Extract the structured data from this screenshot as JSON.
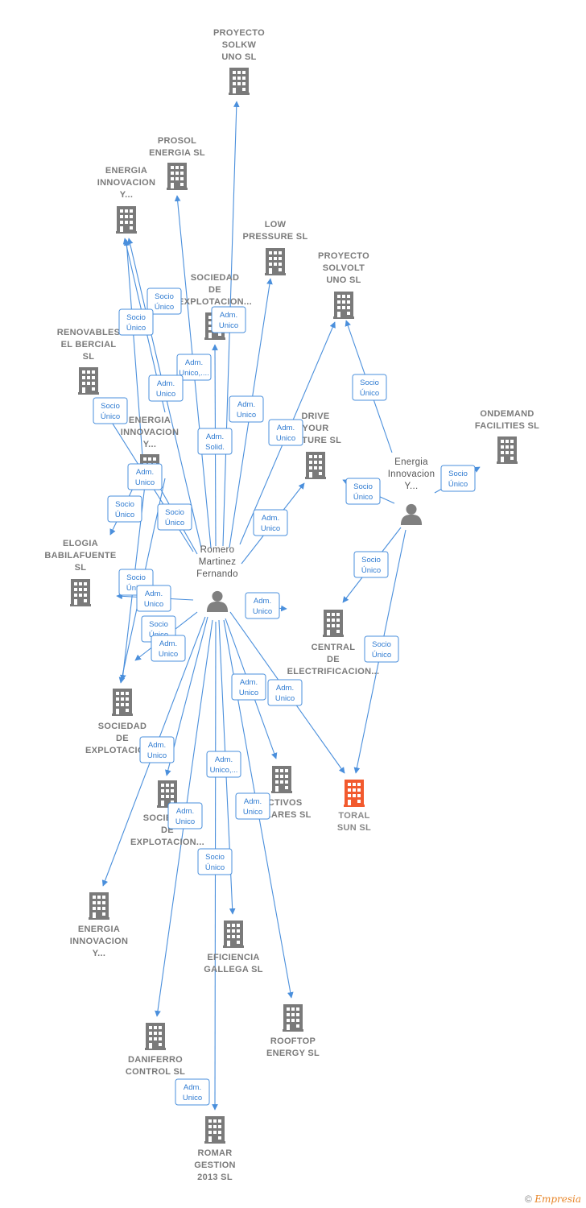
{
  "colors": {
    "edge": "#4a8fdc",
    "company": "#7a7a7a",
    "target_company": "#f25a2e",
    "person": "#808080"
  },
  "nodes": [
    {
      "id": "proyecto_solkw",
      "type": "company",
      "lines": [
        "PROYECTO",
        "SOLKW",
        "UNO  SL"
      ]
    },
    {
      "id": "prosol",
      "type": "company",
      "lines": [
        "PROSOL",
        "ENERGIA  SL"
      ]
    },
    {
      "id": "energia_innov_1",
      "type": "company",
      "lines": [
        "ENERGIA",
        "INNOVACION",
        "Y..."
      ]
    },
    {
      "id": "low_pressure",
      "type": "company",
      "lines": [
        "LOW",
        "PRESSURE  SL"
      ]
    },
    {
      "id": "sociedad_explot_1",
      "type": "company",
      "lines": [
        "SOCIEDAD",
        "DE",
        "EXPLOTACION..."
      ]
    },
    {
      "id": "proyecto_solvolt",
      "type": "company",
      "lines": [
        "PROYECTO",
        "SOLVOLT",
        "UNO  SL"
      ]
    },
    {
      "id": "renovables",
      "type": "company",
      "lines": [
        "RENOVABLES",
        "EL BERCIAL",
        "SL"
      ]
    },
    {
      "id": "energia_innov_2",
      "type": "company",
      "lines": [
        "ENERGIA",
        "INNOVACION",
        "Y..."
      ]
    },
    {
      "id": "drive_your_future",
      "type": "company",
      "lines": [
        "DRIVE",
        "YOUR",
        "FUTURE  SL"
      ]
    },
    {
      "id": "ondemand",
      "type": "company",
      "lines": [
        "ONDEMAND",
        "FACILITIES SL"
      ]
    },
    {
      "id": "elogia",
      "type": "company",
      "lines": [
        "ELOGIA",
        "BABILAFUENTE",
        "SL"
      ]
    },
    {
      "id": "central",
      "type": "company",
      "lines": [
        "CENTRAL",
        "DE",
        "ELECTRIFICACION..."
      ]
    },
    {
      "id": "sociedad_explot_2",
      "type": "company",
      "lines": [
        "SOCIEDAD",
        "DE",
        "EXPLOTACION..."
      ]
    },
    {
      "id": "sociedad_explot_3",
      "type": "company",
      "lines": [
        "SOCIEDAD",
        "DE",
        "EXPLOTACION..."
      ]
    },
    {
      "id": "activos_solares",
      "type": "company",
      "lines": [
        "ACTIVOS",
        "SOLARES SL"
      ]
    },
    {
      "id": "toral_sun",
      "type": "target",
      "lines": [
        "TORAL",
        "SUN  SL"
      ]
    },
    {
      "id": "energia_innov_3",
      "type": "company",
      "lines": [
        "ENERGIA",
        "INNOVACION",
        "Y..."
      ]
    },
    {
      "id": "eficiencia",
      "type": "company",
      "lines": [
        "EFICIENCIA",
        "GALLEGA SL"
      ]
    },
    {
      "id": "daniferro",
      "type": "company",
      "lines": [
        "DANIFERRO",
        "CONTROL  SL"
      ]
    },
    {
      "id": "rooftop",
      "type": "company",
      "lines": [
        "ROOFTOP",
        "ENERGY  SL"
      ]
    },
    {
      "id": "romar",
      "type": "company",
      "lines": [
        "ROMAR",
        "GESTION",
        "2013  SL"
      ]
    },
    {
      "id": "romero",
      "type": "person",
      "lines": [
        "Romero",
        "Martinez",
        "Fernando"
      ]
    },
    {
      "id": "energia_innov_person",
      "type": "person",
      "lines": [
        "Energia",
        "Innovacion",
        "Y..."
      ]
    }
  ],
  "badges": [
    {
      "lines": [
        "Socio",
        "Único"
      ]
    },
    {
      "lines": [
        "Socio",
        "Único"
      ]
    },
    {
      "lines": [
        "Adm.",
        "Unico"
      ]
    },
    {
      "lines": [
        "Adm.",
        "Unico,...."
      ]
    },
    {
      "lines": [
        "Adm.",
        "Unico"
      ]
    },
    {
      "lines": [
        "Socio",
        "Único"
      ]
    },
    {
      "lines": [
        "Adm.",
        "Unico"
      ]
    },
    {
      "lines": [
        "Adm.",
        "Unico"
      ]
    },
    {
      "lines": [
        "Adm.",
        "Solid."
      ]
    },
    {
      "lines": [
        "Socio",
        "Único"
      ]
    },
    {
      "lines": [
        "Adm.",
        "Unico"
      ]
    },
    {
      "lines": [
        "Socio",
        "Único"
      ]
    },
    {
      "lines": [
        "Socio",
        "Único"
      ]
    },
    {
      "lines": [
        "Socio",
        "Único"
      ]
    },
    {
      "lines": [
        "Adm.",
        "Unico"
      ]
    },
    {
      "lines": [
        "Socio",
        "Único"
      ]
    },
    {
      "lines": [
        "Socio",
        "Único"
      ]
    },
    {
      "lines": [
        "Socio",
        "Único"
      ]
    },
    {
      "lines": [
        "Adm.",
        "Unico"
      ]
    },
    {
      "lines": [
        "Socio",
        "Único"
      ]
    },
    {
      "lines": [
        "Adm.",
        "Unico"
      ]
    },
    {
      "lines": [
        "Adm.",
        "Unico"
      ]
    },
    {
      "lines": [
        "Socio",
        "Único"
      ]
    },
    {
      "lines": [
        "Adm.",
        "Unico"
      ]
    },
    {
      "lines": [
        "Adm.",
        "Unico"
      ]
    },
    {
      "lines": [
        "Adm.",
        "Unico"
      ]
    },
    {
      "lines": [
        "Adm.",
        "Unico,..."
      ]
    },
    {
      "lines": [
        "Adm.",
        "Unico"
      ]
    },
    {
      "lines": [
        "Adm.",
        "Unico"
      ]
    },
    {
      "lines": [
        "Socio",
        "Único"
      ]
    },
    {
      "lines": [
        "Adm.",
        "Unico"
      ]
    }
  ],
  "footer": {
    "copyright": "©",
    "brand": "Empresia"
  }
}
